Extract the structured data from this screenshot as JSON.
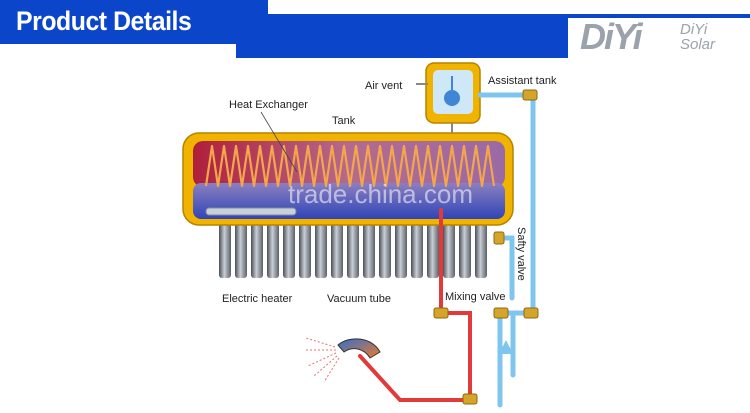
{
  "header": {
    "title": "Product Details",
    "brand_mark": "DiYi",
    "brand_name_line1": "DiYi",
    "brand_name_line2": "Solar"
  },
  "diagram": {
    "labels": {
      "air_vent": "Air vent",
      "assistant_tank": "Assistant tank",
      "heat_exchanger": "Heat Exchanger",
      "tank": "Tank",
      "safety_valve": "Safty valve",
      "electric_heater": "Electric heater",
      "vacuum_tube": "Vacuum tube",
      "mixing_valve": "Mixing valve"
    },
    "watermark": "trade.china.com"
  },
  "colors": {
    "header_blue": "#0b45c9",
    "tank_gold": "#f0b400",
    "hot_pipe": "#e23a3a",
    "cold_pipe": "#7fc6ee"
  }
}
